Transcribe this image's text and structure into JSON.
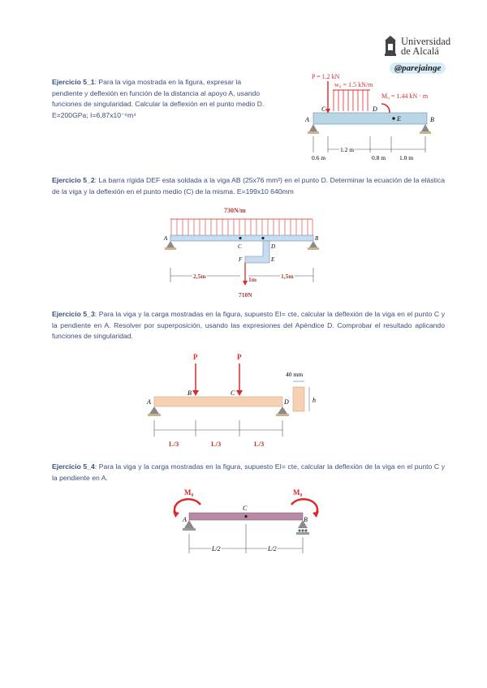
{
  "header": {
    "university_line1": "Universidad",
    "university_line2": "de Alcalá",
    "handle": "@parejainge"
  },
  "ex1": {
    "label": "Ejercicio 5_1",
    "text": ": Para la viga mostrada en la figura, expresar la pendiente y deflexión en función de la distancia al apoyo A, usando funciones de singularidad. Calcular la deflexión en el punto medio D. E=200GPa; I=6,87x10⁻⁶m⁴",
    "fig": {
      "P": "P = 1.2 kN",
      "w0": "w₀ = 1.5 kN/m",
      "M0": "M₀ = 1.44 kN · m",
      "A": "A",
      "B": "B",
      "C": "C",
      "D": "D",
      "E": "E",
      "d1": "0.6 m",
      "d2": "1.2 m",
      "d3": "0.8 m",
      "d4": "1.0 m"
    }
  },
  "ex2": {
    "label": "Ejercicio 5_2",
    "text": ": La barra rígida DEF esta soldada a la viga AB (25x76 mm²) en el punto D. Determinar la ecuación de la elástica de la viga y la deflexión en el punto medio (C) de la misma. E=199x10 640mm",
    "fig": {
      "load": "730N/m",
      "force": "710N",
      "A": "A",
      "B": "B",
      "C": "C",
      "D": "D",
      "E": "E",
      "F": "F",
      "d1": "2,5m",
      "d2": "1m",
      "d3": "1,5m"
    }
  },
  "ex3": {
    "label": "Ejercicio 5_3",
    "text": ": Para la viga y la carga mostradas en la figura, supuesto EI= cte, calcular la deflexión de la viga en el punto C y la pendiente en A. Resolver por superposición, usando las expresiones del Apéndice D. Comprobar el resultado aplicando funciones de singularidad.",
    "fig": {
      "P1": "P",
      "P2": "P",
      "A": "A",
      "B": "B",
      "C": "C",
      "D": "D",
      "width": "40 mm",
      "h": "h",
      "d1": "L/3",
      "d2": "L/3",
      "d3": "L/3"
    }
  },
  "ex4": {
    "label": "Ejercicio 5_4",
    "text": ": Para la viga y la carga mostradas en la figura, supuesto EI= cte, calcular la deflexión de la viga en el punto C y la pendiente en A.",
    "fig": {
      "M1": "M₀",
      "M2": "M₀",
      "A": "A",
      "B": "B",
      "C": "C",
      "d1": "L/2",
      "d2": "L/2"
    }
  },
  "colors": {
    "text": "#3b4f7a",
    "beam1": "#b9d6e6",
    "beam2": "#c7dcf0",
    "beam3": "#f6d0b2",
    "beam4": "#b98aa6",
    "label_red": "#d92b2b"
  }
}
